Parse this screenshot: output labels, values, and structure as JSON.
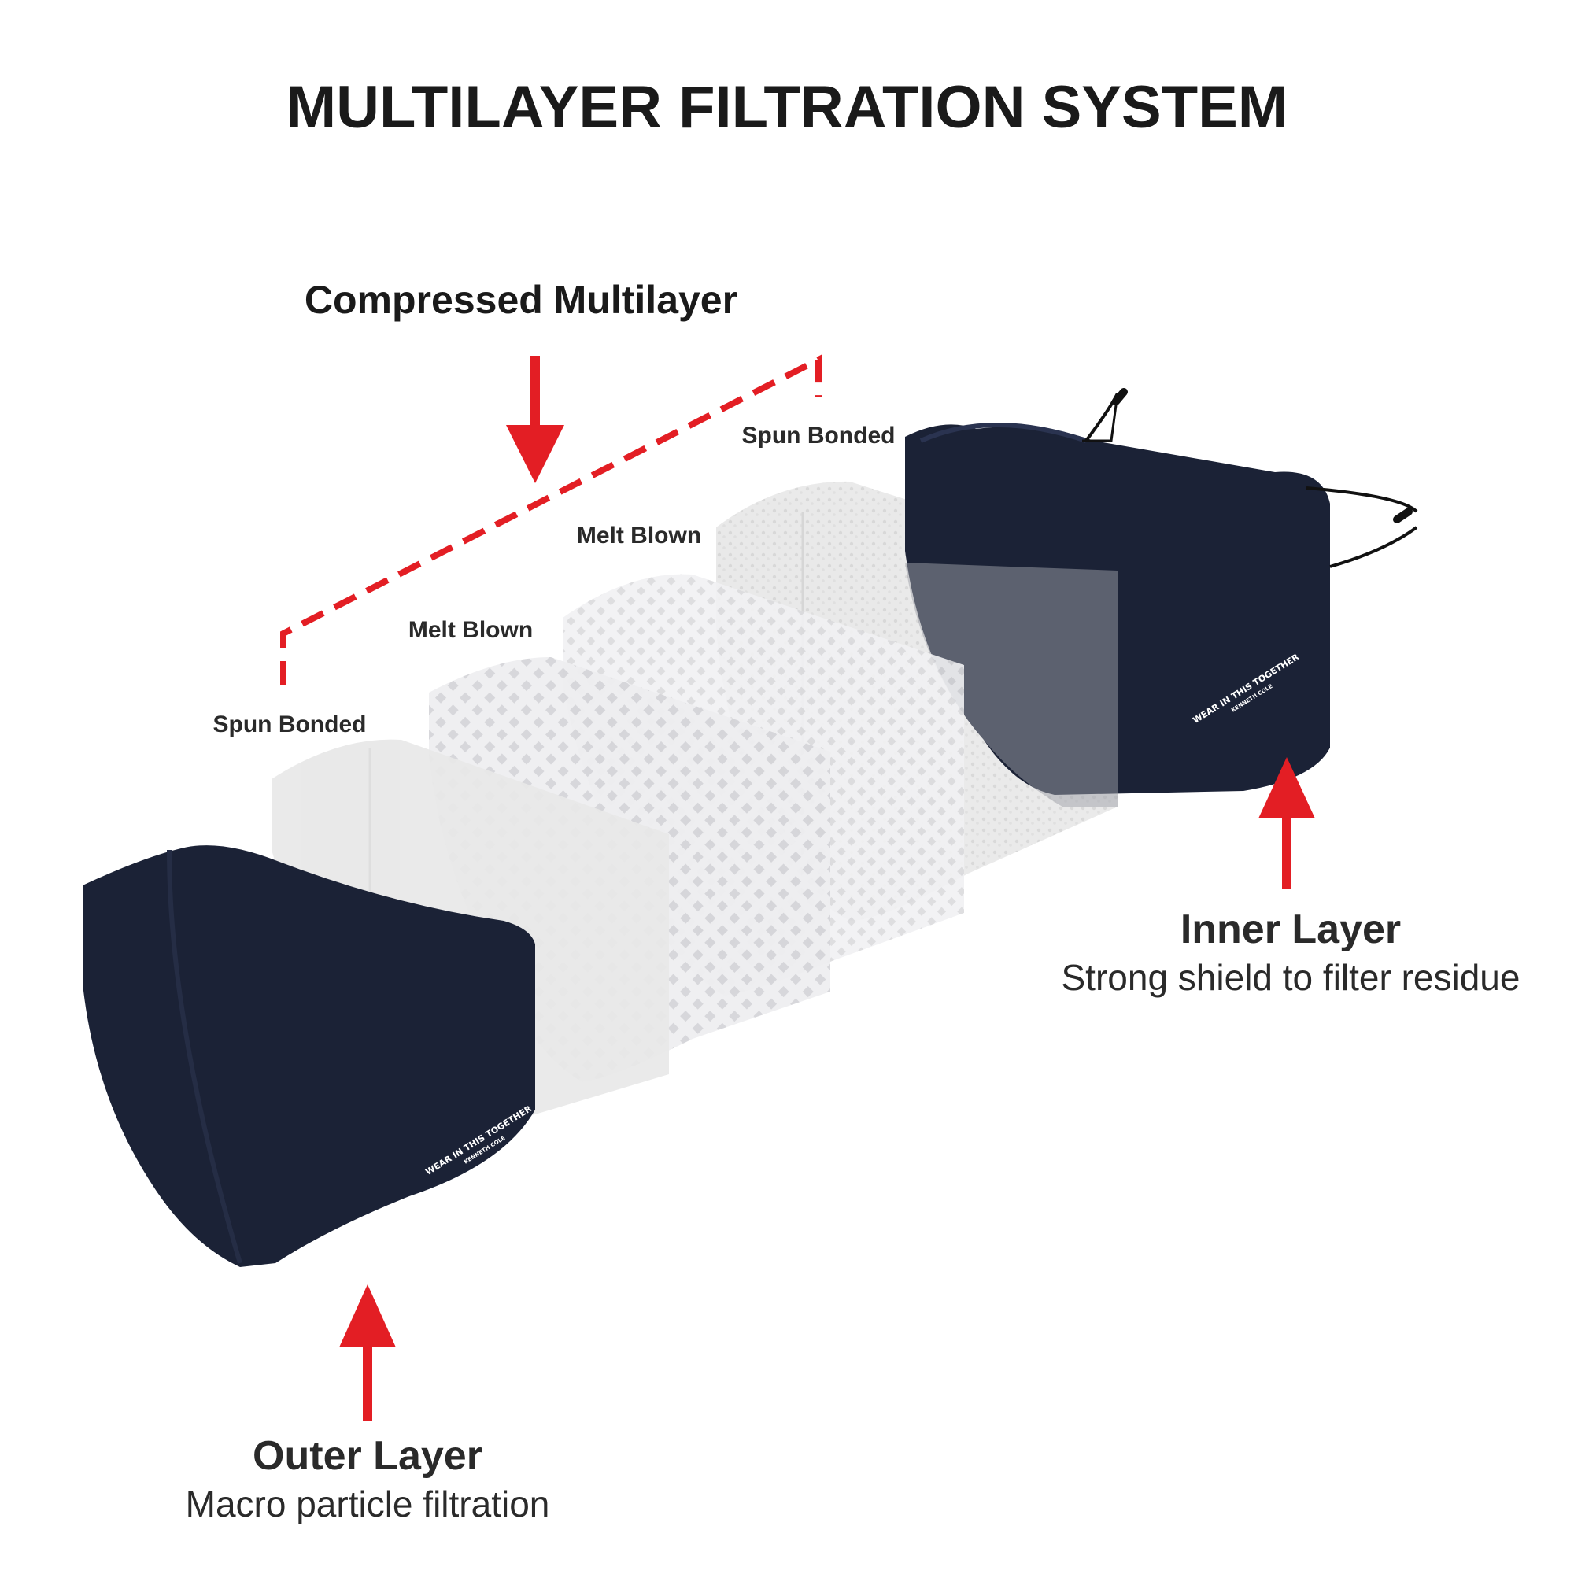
{
  "title": "MULTILAYER FILTRATION SYSTEM",
  "compressed_label": "Compressed Multilayer",
  "layers": [
    {
      "label": "Spun Bonded"
    },
    {
      "label": "Melt Blown"
    },
    {
      "label": "Melt Blown"
    },
    {
      "label": "Spun Bonded"
    }
  ],
  "outer": {
    "title": "Outer Layer",
    "desc": "Macro particle filtration"
  },
  "inner": {
    "title": "Inner Layer",
    "desc": "Strong shield to filter residue"
  },
  "mask_print": {
    "line1": "WEAR IN THIS TOGETHER",
    "line2": "KENNETH COLE"
  },
  "colors": {
    "accent": "#e31e24",
    "mask": "#1b2236",
    "text": "#2a2a2a"
  },
  "icons": {
    "arrow": "arrow-icon",
    "mask": "mask-icon"
  }
}
